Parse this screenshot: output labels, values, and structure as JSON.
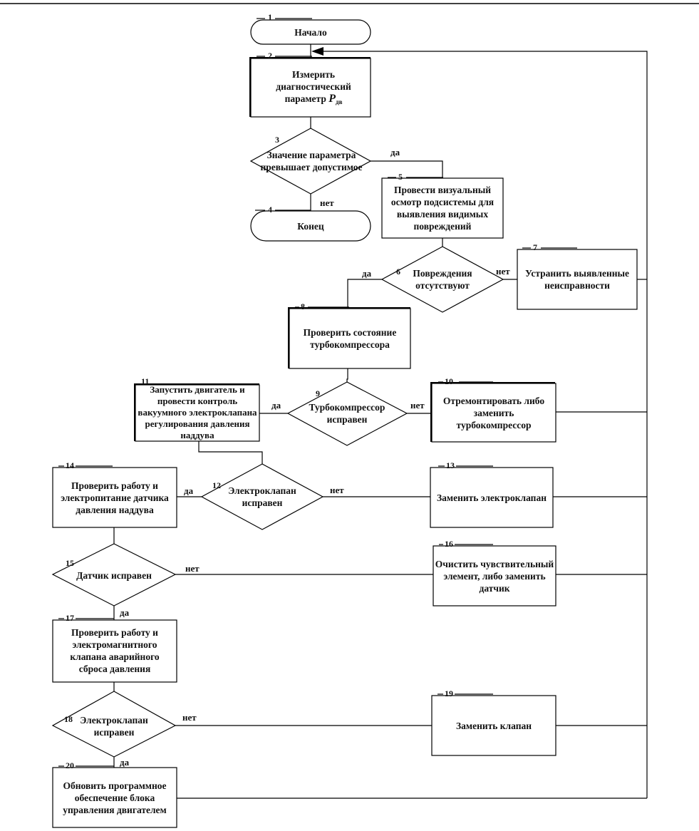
{
  "blocks": {
    "b1": {
      "num": "1",
      "text": "Начало"
    },
    "b2": {
      "num": "2",
      "text_main": "Измерить диагностический параметр",
      "param_symbol": "P",
      "param_subscript": "дв"
    },
    "b3": {
      "num": "3",
      "text": "Значение параметра превышает допустимое"
    },
    "b4": {
      "num": "4",
      "text": "Конец"
    },
    "b5": {
      "num": "5",
      "text": "Провести визуальный осмотр подсистемы для выявления видимых повреждений"
    },
    "b6": {
      "num": "6",
      "text": "Повреждения отсутствуют"
    },
    "b7": {
      "num": "7",
      "text": "Устранить выявленные неисправности"
    },
    "b8": {
      "num": "8",
      "text": "Проверить состояние турбокомпрессора"
    },
    "b9": {
      "num": "9",
      "text": "Турбокомпрессор исправен"
    },
    "b10": {
      "num": "10",
      "text": "Отремонтировать либо заменить турбокомпрессор"
    },
    "b11": {
      "num": "11",
      "text": "Запустить двигатель и провести контроль вакуумного электроклапана регулирования давления наддува"
    },
    "b12": {
      "num": "12",
      "text": "Электроклапан исправен"
    },
    "b13": {
      "num": "13",
      "text": "Заменить электроклапан"
    },
    "b14": {
      "num": "14",
      "text": "Проверить работу и электропитание датчика давления наддува"
    },
    "b15": {
      "num": "15",
      "text": "Датчик исправен"
    },
    "b16": {
      "num": "16",
      "text": "Очистить чувствительный элемент, либо заменить датчик"
    },
    "b17": {
      "num": "17",
      "text": "Проверить работу и электромагнитного клапана аварийного сброса давления"
    },
    "b18": {
      "num": "18",
      "text": "Электроклапан исправен"
    },
    "b19": {
      "num": "19",
      "text": "Заменить клапан"
    },
    "b20": {
      "num": "20",
      "text": "Обновить программное обеспечение блока управления двигателем"
    }
  },
  "edges": {
    "yes": "да",
    "no": "нет"
  }
}
